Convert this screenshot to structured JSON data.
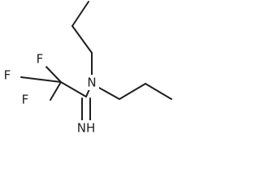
{
  "molecule": {
    "atoms": {
      "f1": "F",
      "f2": "F",
      "f3": "F",
      "n_amine": "N",
      "nh_imine": "NH"
    }
  },
  "colors": {
    "bond": "#1f1f1f",
    "text": "#1f1f1f",
    "background": "#ffffff"
  }
}
